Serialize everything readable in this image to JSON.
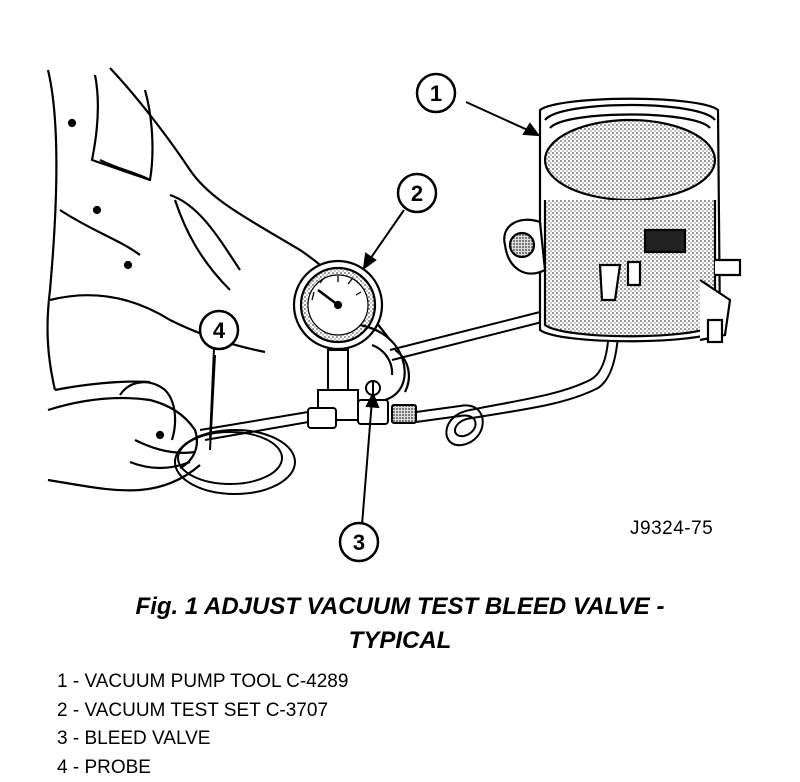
{
  "figure": {
    "code": "J9324-75",
    "caption_line1": "Fig. 1 ADJUST VACUUM TEST BLEED VALVE -",
    "caption_line2": "TYPICAL"
  },
  "callouts": [
    "1",
    "2",
    "3",
    "4"
  ],
  "legend": [
    {
      "number": "1",
      "text": "1 - VACUUM PUMP TOOL C-4289"
    },
    {
      "number": "2",
      "text": "2 - VACUUM TEST SET C-3707"
    },
    {
      "number": "3",
      "text": "3 - BLEED VALVE"
    },
    {
      "number": "4",
      "text": "4 - PROBE"
    }
  ]
}
